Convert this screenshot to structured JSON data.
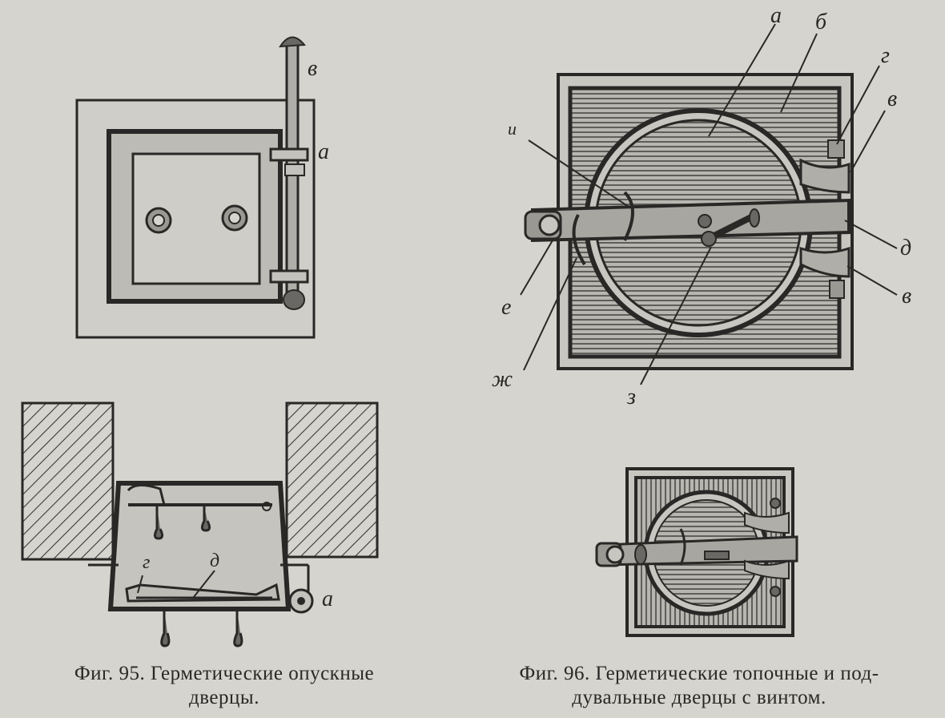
{
  "fig95": {
    "caption_line1": "Фиг. 95. Герметические опускные",
    "caption_line2": "дверцы.",
    "labels": {
      "v": "в",
      "a_top": "а",
      "g": "г",
      "d": "д",
      "a_bottom": "а"
    }
  },
  "fig96": {
    "caption_line1": "Фиг. 96. Герметические топочные и под-",
    "caption_line2": "дувальные дверцы с винтом.",
    "labels": {
      "a": "а",
      "b": "б",
      "g": "г",
      "v1": "в",
      "i": "и",
      "d": "д",
      "v2": "в",
      "e": "е",
      "zh": "ж",
      "z": "з"
    }
  }
}
